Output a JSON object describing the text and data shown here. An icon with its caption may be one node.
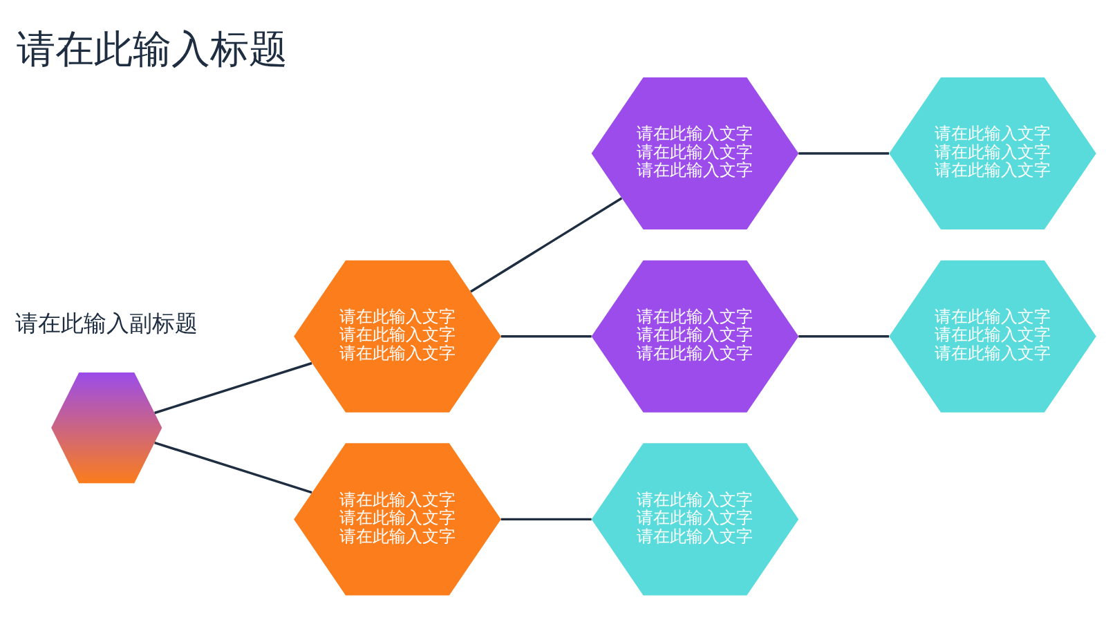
{
  "diagram": {
    "title": "请在此输入标题",
    "nodes": [
      {
        "text": [],
        "shape": "hexagon"
      },
      {
        "text": [
          "请在此输入文字",
          "请在此输入文字",
          "请在此输入文字"
        ]
      },
      {
        "text": [
          "请在此输入文字",
          "请在此输入文字",
          "请在此输入文字"
        ]
      },
      {
        "text": [
          "请在此输入文字",
          "请在此输入文字",
          "请在此输入文字"
        ]
      },
      {
        "text": [
          "请在此输入文字",
          "请在此输入文字",
          "请在此输入文字"
        ]
      },
      {
        "text": [
          "请在此输入文字",
          "请在此输入文字",
          "请在此输入文字"
        ]
      },
      {
        "text": [
          "请在此输入文字",
          "请在此输入文字",
          "请在此输入文字"
        ]
      },
      {
        "text": [
          "请在此输入文字",
          "请在此输入文字",
          "请在此输入文字"
        ]
      }
    ],
    "edges": [
      {
        "from": 0,
        "to": 1,
        "arrow": "none"
      },
      {
        "from": 0,
        "to": 2,
        "arrow": "none"
      },
      {
        "from": 1,
        "to": 3,
        "arrow": "none"
      },
      {
        "from": 1,
        "to": 4,
        "arrow": "none"
      },
      {
        "from": 2,
        "to": 5,
        "arrow": "none"
      },
      {
        "from": 3,
        "to": 6,
        "arrow": "none"
      },
      {
        "from": 4,
        "to": 7,
        "arrow": "none"
      }
    ],
    "labels": [
      "请在此输入副标题"
    ]
  }
}
